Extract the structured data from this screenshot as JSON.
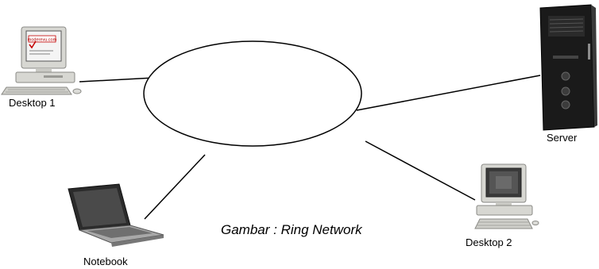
{
  "diagram": {
    "caption": "Gambar : Ring Network",
    "nodes": {
      "desktop1": {
        "label": "Desktop 1",
        "screen_text": "moderevu.com"
      },
      "server": {
        "label": "Server"
      },
      "desktop2": {
        "label": "Desktop 2"
      },
      "notebook": {
        "label": "Notebook"
      }
    },
    "colors": {
      "line": "#000000",
      "ring_fill": "#ffffff",
      "monitor_body": "#d7d7d2",
      "server_body": "#1a1a1a",
      "notebook_body": "#2b2b2b"
    }
  }
}
